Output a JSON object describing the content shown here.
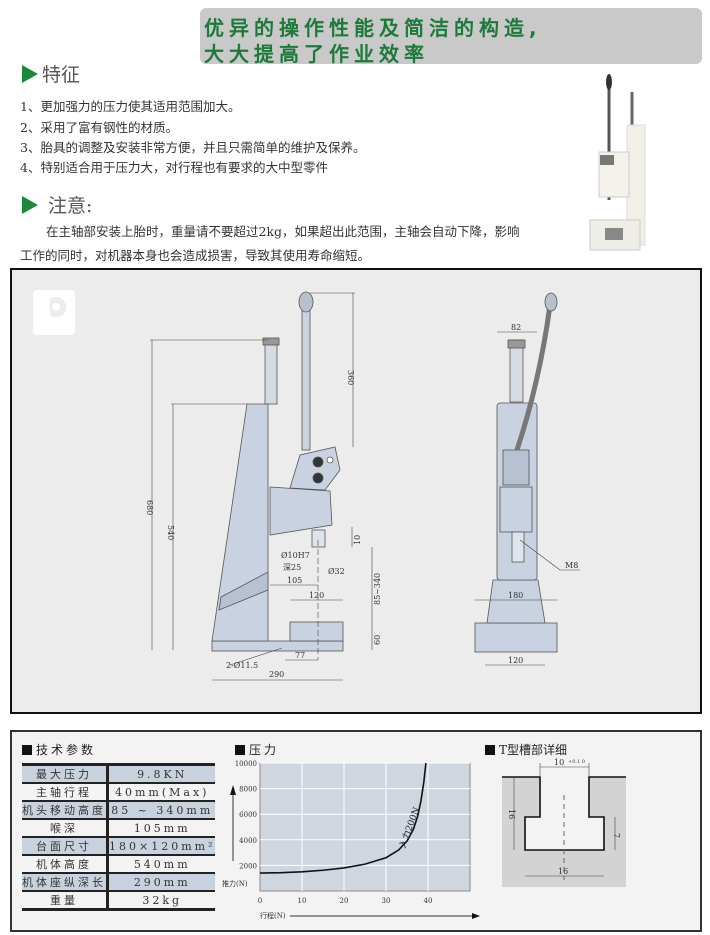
{
  "banner": {
    "line1": "优异的操作性能及简洁的构造,",
    "line2": "大大提高了作业效率"
  },
  "features": {
    "title": "特征",
    "items": [
      "1、更加强力的压力使其适用范围加大。",
      "2、采用了富有钢性的材质。",
      "3、胎具的调整及安装非常方便，并且只需简单的维护及保养。",
      "4、特别适合用于压力大，对行程也有要求的大中型零件"
    ]
  },
  "notice": {
    "title": "注意:",
    "line1": "在主轴部安装上胎时，重量请不要超过2kg，如果超出此范围，主轴会自动下降，影响",
    "line2": "工作的同时，对机器本身也会造成损害，导致其使用寿命缩短。"
  },
  "drawing": {
    "logo": "p",
    "side": {
      "d680": "680",
      "d540": "540",
      "d360": "360",
      "d10": "10",
      "bore": "Ø10H7",
      "depth": "深25",
      "d32": "Ø32",
      "d105": "105",
      "stroke": "85~340",
      "d120": "120",
      "d60": "60",
      "d77": "77",
      "holes": "2-Ø11.5",
      "d290": "290"
    },
    "front": {
      "d82": "82",
      "m8": "M8",
      "d180": "180",
      "d120": "120"
    }
  },
  "specs": {
    "title": "技术参数",
    "rows": [
      {
        "label": "最大压力",
        "value": "9.8KN"
      },
      {
        "label": "主轴行程",
        "value": "40mm(Max)"
      },
      {
        "label": "机头移动高度",
        "value": "85 ~ 340mm"
      },
      {
        "label": "喉深",
        "value": "105mm"
      },
      {
        "label": "台面尺寸",
        "value": "180×120mm²"
      },
      {
        "label": "机体高度",
        "value": "540mm"
      },
      {
        "label": "机体座纵深长",
        "value": "290mm"
      },
      {
        "label": "重量",
        "value": "32kg"
      }
    ]
  },
  "chart_data": {
    "type": "line",
    "title": "压力",
    "xlabel": "行程(N)",
    "ylabel": "推力(N)",
    "xlim": [
      0,
      50
    ],
    "ylim": [
      0,
      10000
    ],
    "xticks": [
      0,
      10,
      20,
      30,
      40
    ],
    "yticks": [
      2000,
      4000,
      6000,
      8000,
      10000
    ],
    "grid": true,
    "series": [
      {
        "name": "入力200N",
        "x": [
          0,
          5,
          10,
          15,
          20,
          25,
          30,
          33,
          35,
          36.5,
          37.5,
          38.3,
          39,
          39.5
        ],
        "y": [
          1400,
          1430,
          1500,
          1620,
          1800,
          2100,
          2600,
          3200,
          3900,
          4800,
          5800,
          7000,
          8500,
          10000
        ]
      }
    ],
    "annotation": "入力200N"
  },
  "tslot": {
    "title": "T型槽部详细",
    "top_width": "10",
    "tol": "+0.1 0",
    "height": "16",
    "depth": "7",
    "bottom_width": "16"
  },
  "colors": {
    "accent": "#1a8a3a",
    "banner_text": "#1d7a3a",
    "table_alt": "#c7d2de",
    "plot_bg": "#cfd6e0"
  }
}
